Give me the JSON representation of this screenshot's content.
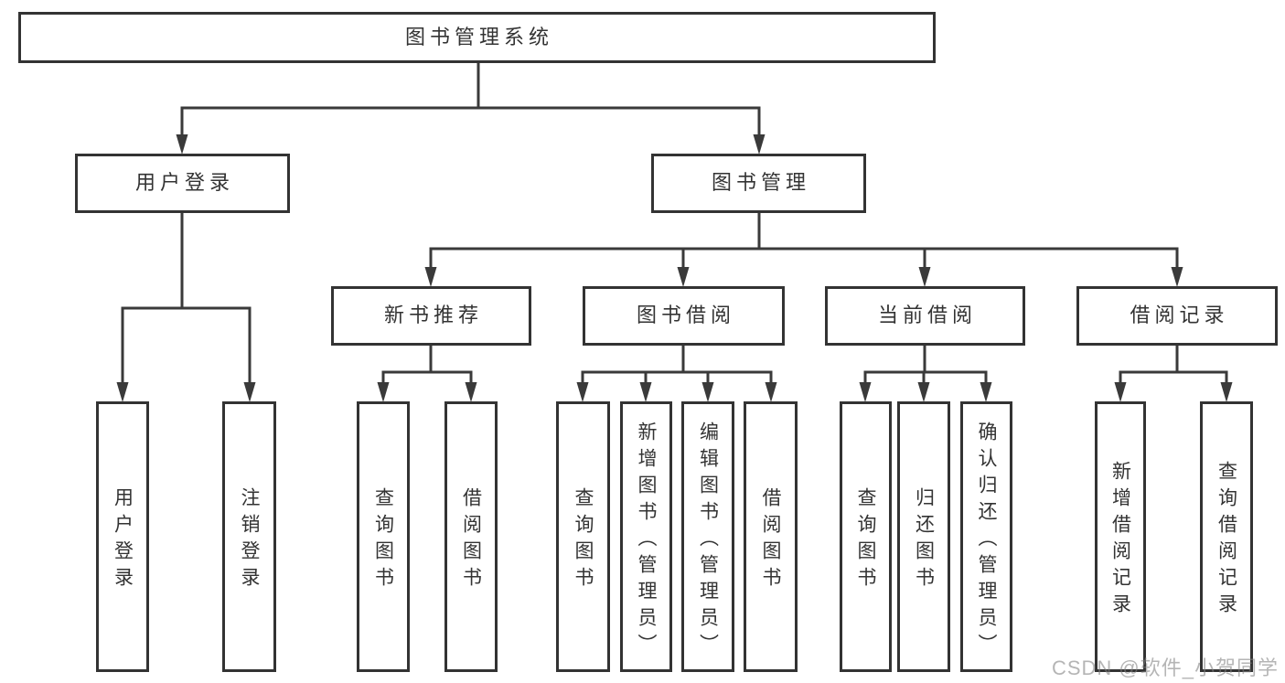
{
  "diagram_title": "图书管理系统",
  "tree": {
    "label": "图书管理系统",
    "children": [
      {
        "label": "用户登录",
        "children": [
          {
            "label": "用户登录"
          },
          {
            "label": "注销登录"
          }
        ]
      },
      {
        "label": "图书管理",
        "children": [
          {
            "label": "新书推荐",
            "children": [
              {
                "label": "查询图书"
              },
              {
                "label": "借阅图书"
              }
            ]
          },
          {
            "label": "图书借阅",
            "children": [
              {
                "label": "查询图书"
              },
              {
                "label": "新增图书（管理员）"
              },
              {
                "label": "编辑图书（管理员）"
              },
              {
                "label": "借阅图书"
              }
            ]
          },
          {
            "label": "当前借阅",
            "children": [
              {
                "label": "查询图书"
              },
              {
                "label": "归还图书"
              },
              {
                "label": "确认归还（管理员）"
              }
            ]
          },
          {
            "label": "借阅记录",
            "children": [
              {
                "label": "新增借阅记录"
              },
              {
                "label": "查询借阅记录"
              }
            ]
          }
        ]
      }
    ]
  },
  "watermark": {
    "text": "CSDN @软件_小贺同学"
  },
  "colors": {
    "line": "#3a3a3a",
    "box_border": "#333333",
    "text": "#333333",
    "watermark": "#808080",
    "background": "#ffffff"
  }
}
